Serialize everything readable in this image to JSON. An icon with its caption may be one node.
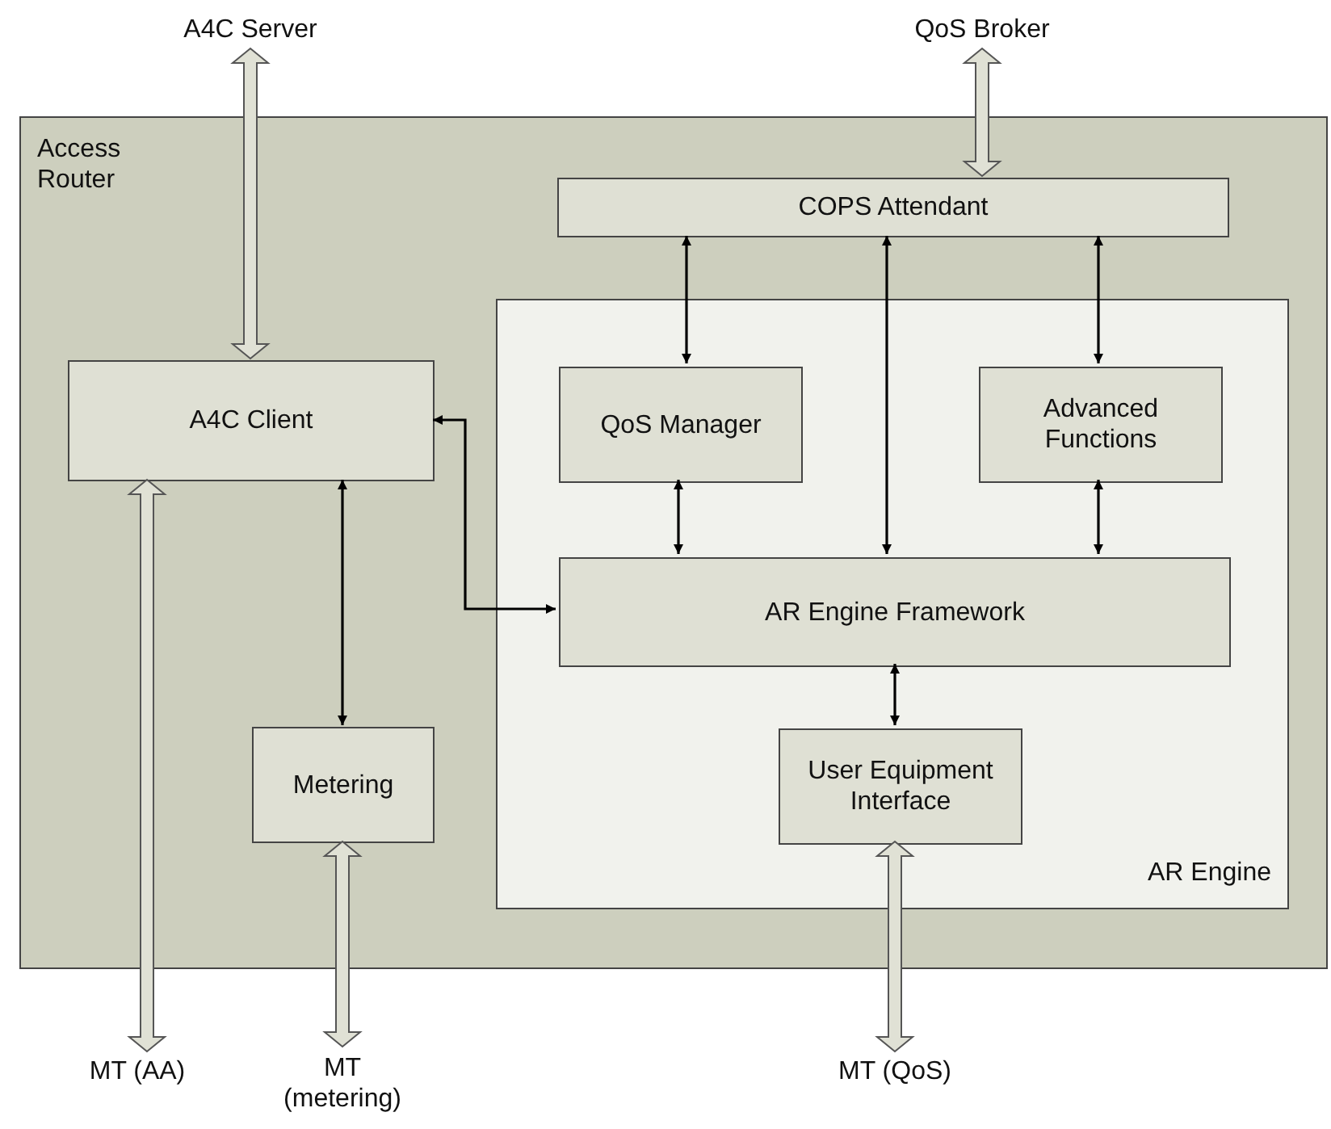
{
  "diagram": {
    "nodes": [
      {
        "text": [
          "Access Router"
        ]
      },
      {
        "text": [
          "A4C Server"
        ]
      },
      {
        "text": [
          "QoS Broker"
        ]
      },
      {
        "text": [
          "COPS Attendant"
        ],
        "in": 0
      },
      {
        "text": [
          "AR Engine"
        ],
        "in": 0
      },
      {
        "text": [
          "A4C Client"
        ],
        "in": 0
      },
      {
        "text": [
          "QoS Manager"
        ],
        "in": 4
      },
      {
        "text": [
          "Advanced Functions"
        ],
        "in": 4
      },
      {
        "text": [
          "AR Engine Framework"
        ],
        "in": 4
      },
      {
        "text": [
          "Metering"
        ],
        "in": 0
      },
      {
        "text": [
          "User Equipment Interface"
        ],
        "in": 4
      },
      {
        "text": [
          "MT (AA)"
        ]
      },
      {
        "text": [
          "MT (metering)"
        ]
      },
      {
        "text": [
          "MT (QoS)"
        ]
      }
    ],
    "edges": [
      {
        "from": 1,
        "to": 5,
        "arrow": "both",
        "style": "thick"
      },
      {
        "from": 2,
        "to": 3,
        "arrow": "both",
        "style": "thick"
      },
      {
        "from": 3,
        "to": 6,
        "arrow": "both"
      },
      {
        "from": 3,
        "to": 8,
        "arrow": "both"
      },
      {
        "from": 3,
        "to": 7,
        "arrow": "both"
      },
      {
        "from": 5,
        "to": 8,
        "arrow": "both"
      },
      {
        "from": 5,
        "to": 9,
        "arrow": "both"
      },
      {
        "from": 6,
        "to": 8,
        "arrow": "both"
      },
      {
        "from": 7,
        "to": 8,
        "arrow": "both"
      },
      {
        "from": 8,
        "to": 10,
        "arrow": "both"
      },
      {
        "from": 5,
        "to": 11,
        "arrow": "both",
        "style": "thick"
      },
      {
        "from": 9,
        "to": 12,
        "arrow": "both",
        "style": "thick"
      },
      {
        "from": 10,
        "to": 13,
        "arrow": "both",
        "style": "thick"
      }
    ]
  }
}
